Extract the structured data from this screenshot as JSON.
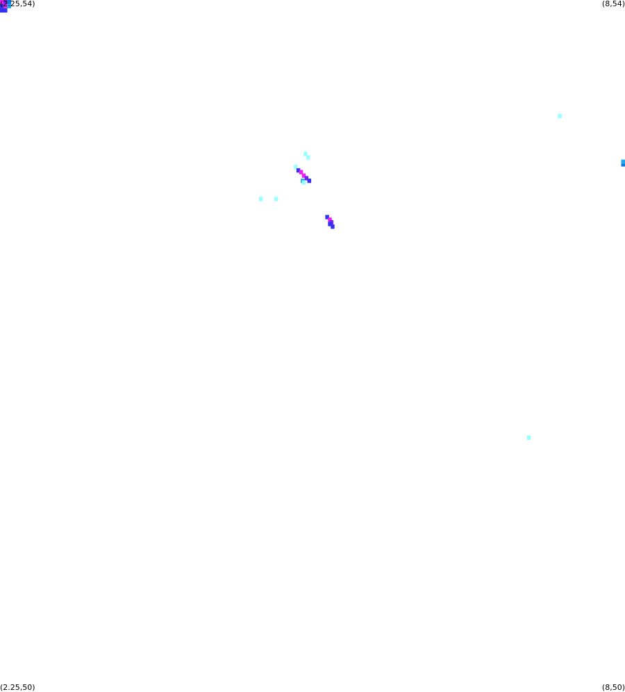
{
  "chart_data": {
    "type": "heatmap",
    "title": "",
    "xlabel": "",
    "ylabel": "",
    "xlim": [
      2.25,
      8
    ],
    "ylim": [
      50,
      54
    ],
    "grid": false,
    "legend": "none",
    "corner_labels": {
      "top_left": "(2.25,54)",
      "top_right": "(8,54)",
      "bottom_left": "(2.25,50)",
      "bottom_right": "(8,50)"
    },
    "cell_size": [
      0.035,
      0.025
    ],
    "colors": {
      "light_cyan": "#99ffff",
      "sky_blue": "#22aaee",
      "azure": "#1177dd",
      "blue": "#3333ee",
      "violet": "#7722ee",
      "magenta": "#ee22ee"
    },
    "cells": [
      {
        "x": 2.265,
        "y": 53.99,
        "color": "magenta"
      },
      {
        "x": 2.3,
        "y": 53.99,
        "color": "violet"
      },
      {
        "x": 2.335,
        "y": 53.99,
        "color": "azure"
      },
      {
        "x": 2.265,
        "y": 53.965,
        "color": "blue"
      },
      {
        "x": 2.3,
        "y": 53.965,
        "color": "magenta"
      },
      {
        "x": 2.335,
        "y": 53.965,
        "color": "sky_blue"
      },
      {
        "x": 2.265,
        "y": 53.94,
        "color": "blue"
      },
      {
        "x": 2.3,
        "y": 53.94,
        "color": "blue"
      },
      {
        "x": 7.4,
        "y": 53.33,
        "color": "light_cyan"
      },
      {
        "x": 5.06,
        "y": 53.11,
        "color": "light_cyan"
      },
      {
        "x": 5.085,
        "y": 53.09,
        "color": "light_cyan"
      },
      {
        "x": 8.0,
        "y": 53.05,
        "color": "azure"
      },
      {
        "x": 8.025,
        "y": 53.065,
        "color": "sky_blue"
      },
      {
        "x": 4.97,
        "y": 53.035,
        "color": "light_cyan"
      },
      {
        "x": 4.995,
        "y": 53.015,
        "color": "blue"
      },
      {
        "x": 5.02,
        "y": 53.005,
        "color": "magenta"
      },
      {
        "x": 5.045,
        "y": 52.985,
        "color": "magenta"
      },
      {
        "x": 5.07,
        "y": 52.97,
        "color": "violet"
      },
      {
        "x": 5.095,
        "y": 52.955,
        "color": "blue"
      },
      {
        "x": 5.035,
        "y": 52.955,
        "color": "sky_blue"
      },
      {
        "x": 5.045,
        "y": 52.945,
        "color": "light_cyan"
      },
      {
        "x": 4.65,
        "y": 52.85,
        "color": "light_cyan"
      },
      {
        "x": 4.79,
        "y": 52.85,
        "color": "light_cyan"
      },
      {
        "x": 5.26,
        "y": 52.745,
        "color": "blue"
      },
      {
        "x": 5.285,
        "y": 52.73,
        "color": "magenta"
      },
      {
        "x": 5.3,
        "y": 52.715,
        "color": "violet"
      },
      {
        "x": 5.285,
        "y": 52.705,
        "color": "blue"
      },
      {
        "x": 5.31,
        "y": 52.69,
        "color": "blue"
      },
      {
        "x": 7.115,
        "y": 51.47,
        "color": "light_cyan"
      }
    ]
  }
}
